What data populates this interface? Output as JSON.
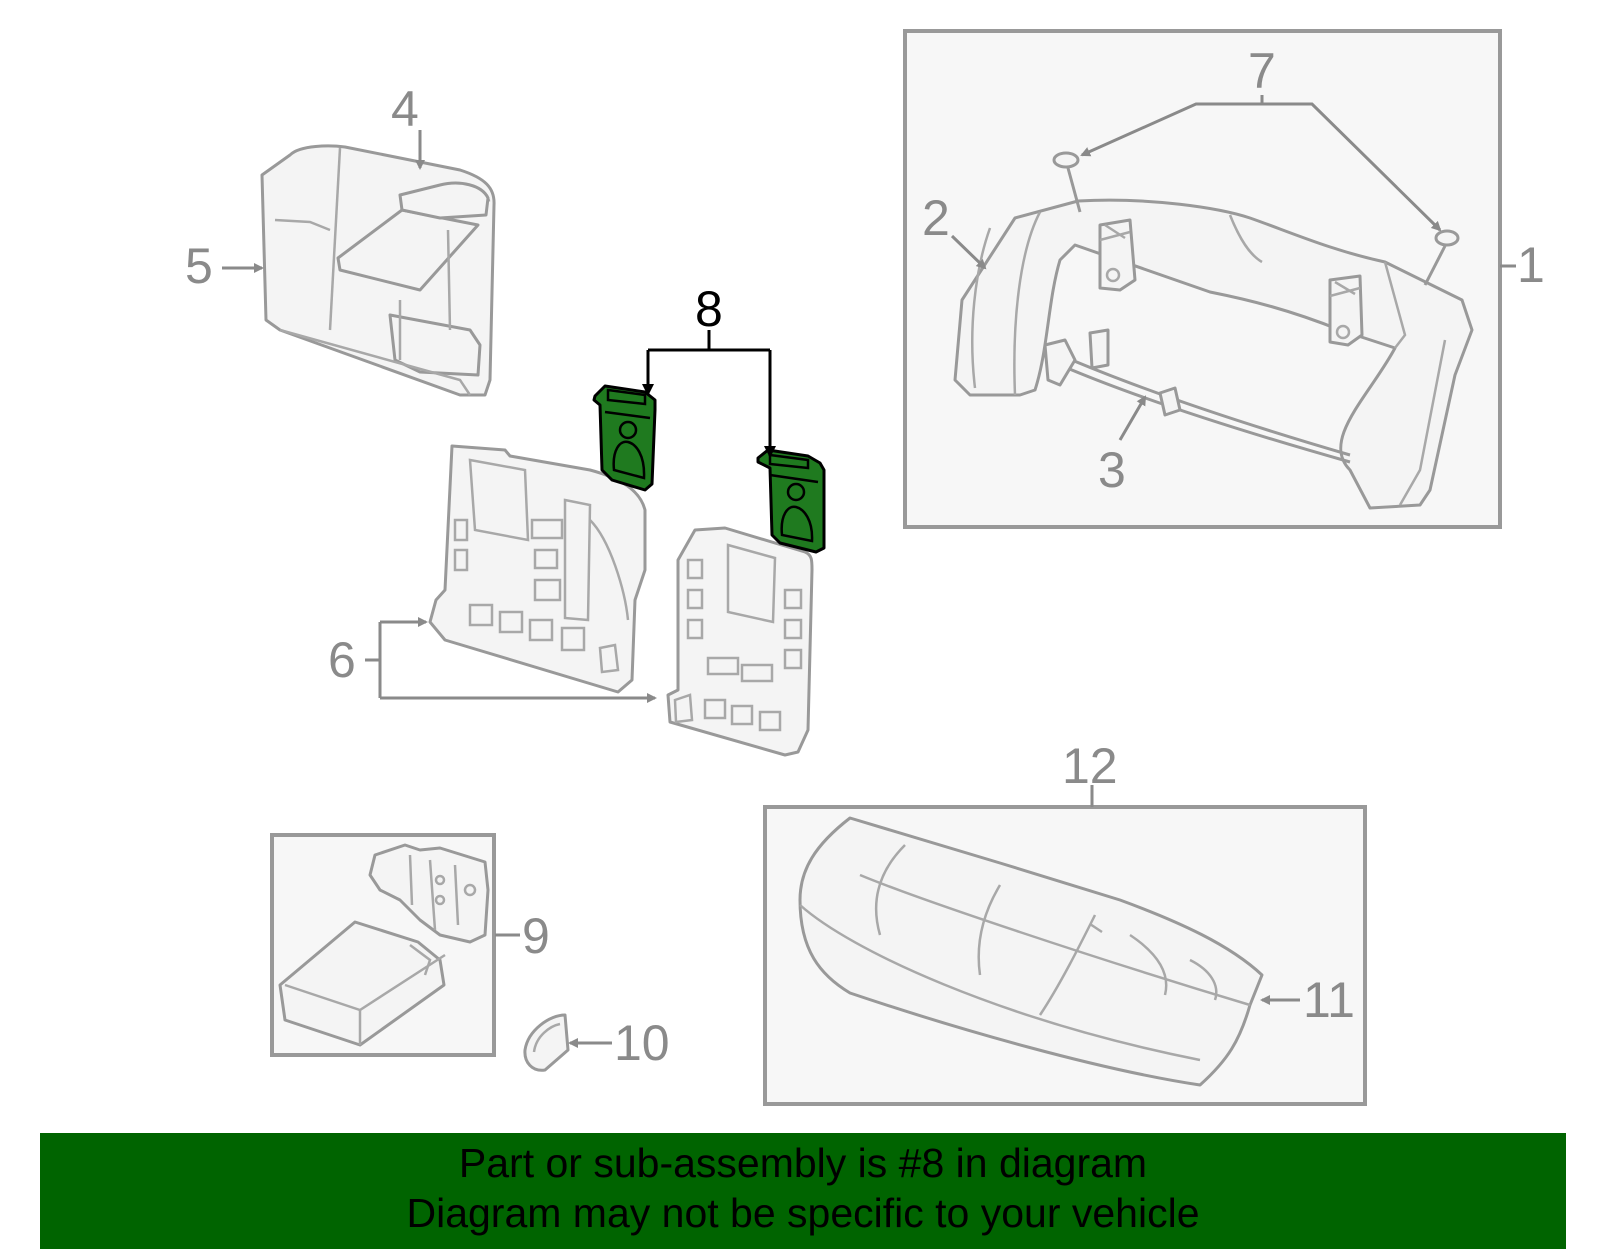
{
  "diagram": {
    "highlighted_part": "8",
    "highlight_color": "#1f7a1f",
    "part_labels": {
      "p1": "1",
      "p2": "2",
      "p3": "3",
      "p4": "4",
      "p5": "5",
      "p6": "6",
      "p7": "7",
      "p8": "8",
      "p9": "9",
      "p10": "10",
      "p11": "11",
      "p12": "12"
    }
  },
  "footer": {
    "line1": "Part or sub-assembly is #8 in diagram",
    "line2": "Diagram may not be specific to your vehicle",
    "background_color": "#006400"
  }
}
